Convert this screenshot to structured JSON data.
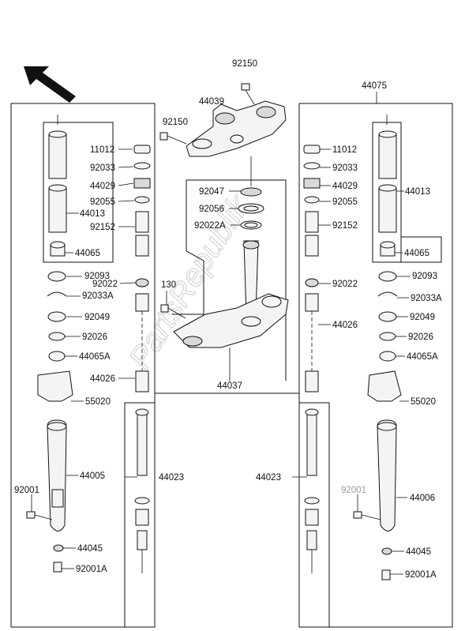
{
  "watermark": "PartsRepublik",
  "direction_arrow": "front-direction-arrow",
  "labels": {
    "top_bolt": "92150",
    "top_bolt_left": "92150",
    "upper_bracket": "44039",
    "right_fork_assy": "44075",
    "l_11012": "11012",
    "l_92033": "92033",
    "l_44029": "44029",
    "l_92055": "92055",
    "l_44013": "44013",
    "l_92152": "92152",
    "l_44065": "44065",
    "l_92093": "92093",
    "l_92022": "92022",
    "l_92033a": "92033A",
    "l_92049": "92049",
    "l_92026": "92026",
    "l_44065a": "44065A",
    "l_44026": "44026",
    "l_55020": "55020",
    "l_44005": "44005",
    "l_92001": "92001",
    "l_44045": "44045",
    "l_92001a": "92001A",
    "l_44023": "44023",
    "c_92047": "92047",
    "c_92056": "92056",
    "c_92022a": "92022A",
    "c_130": "130",
    "c_44037": "44037",
    "r_11012": "11012",
    "r_92033": "92033",
    "r_44029": "44029",
    "r_92055": "92055",
    "r_44013": "44013",
    "r_92152": "92152",
    "r_44065": "44065",
    "r_92093": "92093",
    "r_92022": "92022",
    "r_92033a": "92033A",
    "r_92049": "92049",
    "r_92026": "92026",
    "r_44065a": "44065A",
    "r_44026": "44026",
    "r_55020": "55020",
    "r_44006": "44006",
    "r_92001": "92001",
    "r_44045": "44045",
    "r_92001a": "92001A",
    "r_44023": "44023"
  },
  "colors": {
    "line": "#111111",
    "part_fill": "#f4f4f4",
    "shade": "#d9d9d9",
    "watermark": "#d5d5d5",
    "grey_label": "#9a9a9a"
  }
}
